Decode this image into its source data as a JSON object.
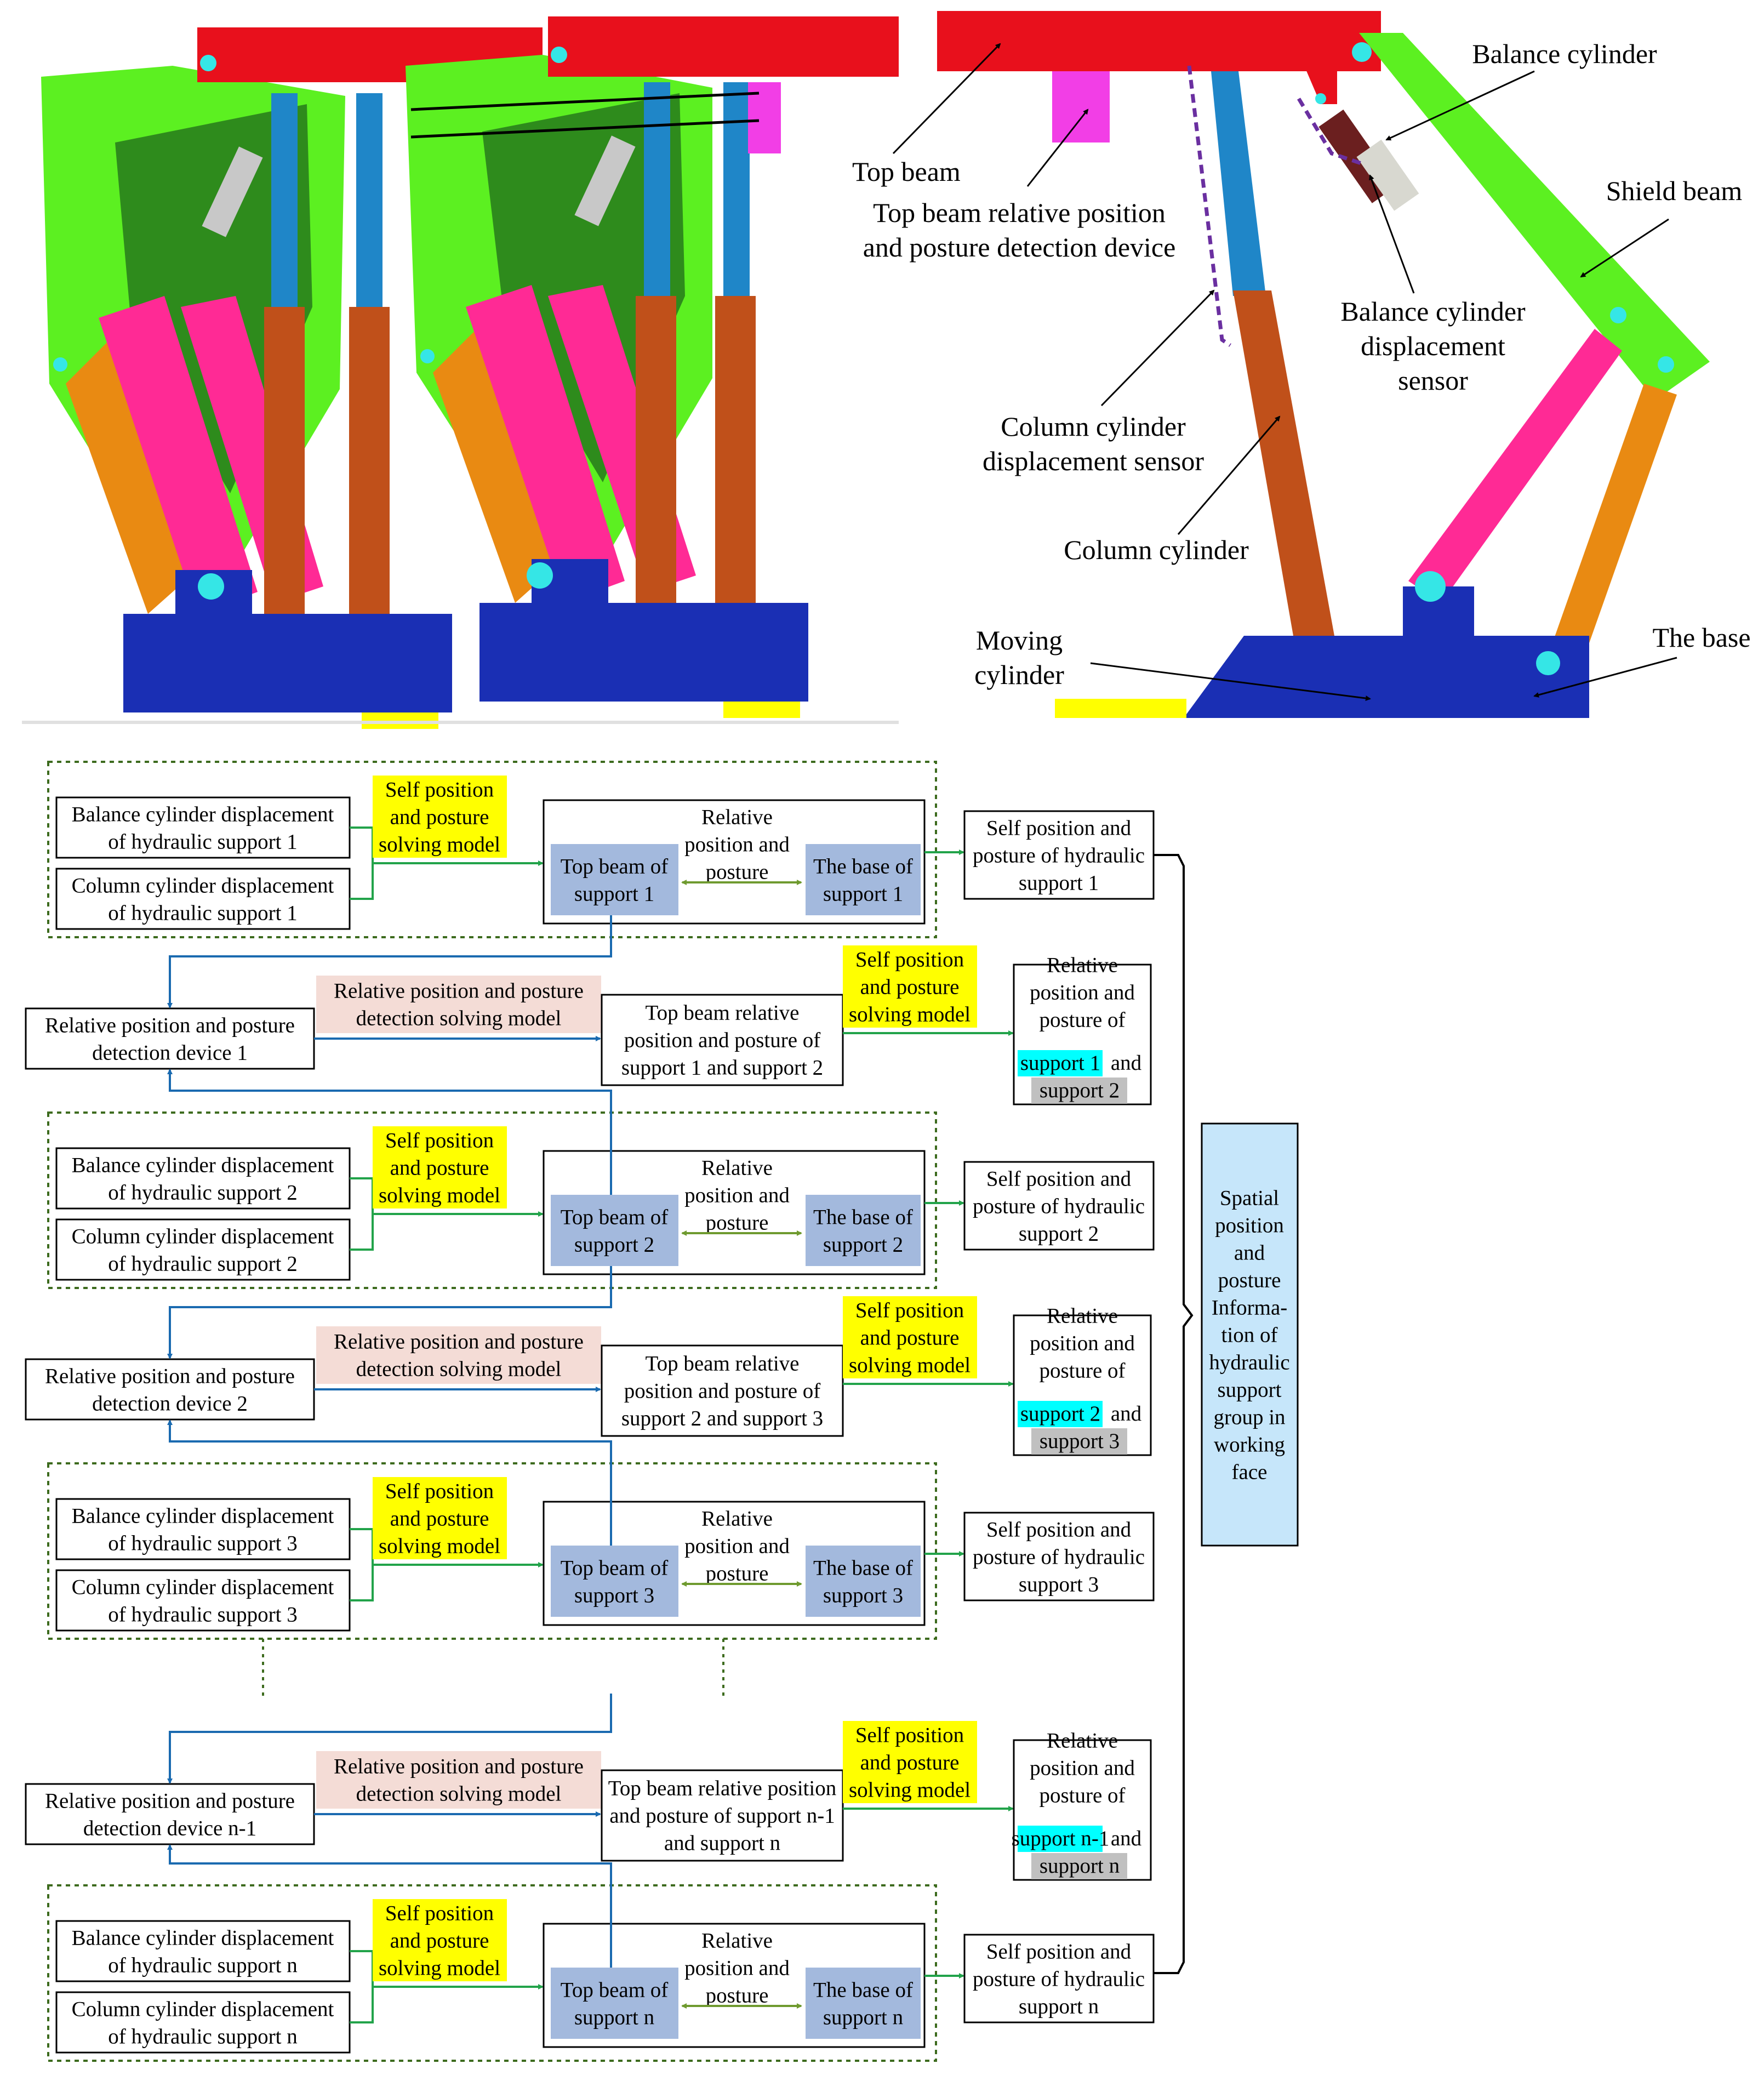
{
  "colors": {
    "top_beam_red": "#e8101c",
    "shield_green": "#5cf021",
    "shield_dark_green": "#2e8b1c",
    "column_blue": "#1f86c8",
    "column_brown": "#c0501a",
    "link_pink": "#ff2a95",
    "link_orange": "#e98a12",
    "base_blue": "#1a2fb4",
    "device_magenta": "#f23ee6",
    "moving_yellow": "#ffff00",
    "pivot_cyan": "#35e6e6",
    "sensor_purple": "#6a2fa0",
    "yellow_fill": "#ffff00",
    "pink_fill": "#f4dcd6",
    "blue_fill": "#a3b9dd",
    "cyan_fill": "#00ffff",
    "gray_fill": "#c0c0c0",
    "final_fill": "#c6e6fa",
    "arrow_blue": "#1a6ab0",
    "arrow_green": "#22a34a",
    "arrow_olive": "#6f9a2f",
    "group_border": "#3d6b1e"
  },
  "labels3d": {
    "top_beam": "Top beam",
    "top_beam_device": [
      "Top beam relative position",
      "and posture detection device"
    ],
    "balance_cylinder": "Balance cylinder",
    "shield_beam": "Shield beam",
    "balance_sensor": [
      "Balance cylinder",
      "displacement",
      "sensor"
    ],
    "column_sensor": [
      "Column cylinder",
      "displacement sensor"
    ],
    "column_cylinder": "Column cylinder",
    "moving_cylinder": [
      "Moving",
      "cylinder"
    ],
    "the_base": "The base"
  },
  "flow": {
    "self_model": [
      "Self position",
      "and posture",
      "solving model"
    ],
    "relative_box_title": [
      "Relative",
      "position and",
      "posture"
    ],
    "rel_model": [
      "Relative position and posture",
      "detection solving model"
    ],
    "groups": [
      {
        "balance": [
          "Balance cylinder displacement",
          "of hydraulic support 1"
        ],
        "column": [
          "Column cylinder displacement",
          "of hydraulic support 1"
        ],
        "top": [
          "Top beam of",
          "support 1"
        ],
        "base": [
          "The base of",
          "support 1"
        ],
        "self": [
          "Self position and",
          "posture of hydraulic",
          "support 1"
        ]
      },
      {
        "balance": [
          "Balance cylinder displacement",
          "of hydraulic support 2"
        ],
        "column": [
          "Column cylinder displacement",
          "of hydraulic support 2"
        ],
        "top": [
          "Top beam of",
          "support 2"
        ],
        "base": [
          "The base of",
          "support 2"
        ],
        "self": [
          "Self position and",
          "posture of hydraulic",
          "support 2"
        ]
      },
      {
        "balance": [
          "Balance cylinder displacement",
          "of hydraulic support 3"
        ],
        "column": [
          "Column cylinder displacement",
          "of hydraulic support 3"
        ],
        "top": [
          "Top beam of",
          "support 3"
        ],
        "base": [
          "The base of",
          "support 3"
        ],
        "self": [
          "Self position and",
          "posture of hydraulic",
          "support 3"
        ]
      },
      {
        "balance": [
          "Balance cylinder displacement",
          "of hydraulic support n"
        ],
        "column": [
          "Column cylinder displacement",
          "of hydraulic support n"
        ],
        "top": [
          "Top beam of",
          "support n"
        ],
        "base": [
          "The base of",
          "support n"
        ],
        "self": [
          "Self position and",
          "posture of hydraulic",
          "support n"
        ]
      }
    ],
    "relations": [
      {
        "device": [
          "Relative position and posture",
          "detection device 1"
        ],
        "topbeam": [
          "Top beam relative",
          "position and posture of",
          "support 1 and support 2"
        ],
        "result_head": [
          "Relative",
          "position and",
          "posture of"
        ],
        "hl_a": "support 1",
        "mid": "and",
        "hl_b": "support 2"
      },
      {
        "device": [
          "Relative position and posture",
          "detection device 2"
        ],
        "topbeam": [
          "Top beam relative",
          "position and posture of",
          "support 2 and support 3"
        ],
        "result_head": [
          "Relative",
          "position and",
          "posture of"
        ],
        "hl_a": "support 2",
        "mid": "and",
        "hl_b": "support 3"
      },
      {
        "device": [
          "Relative position and posture",
          "detection device n-1"
        ],
        "topbeam": [
          "Top beam relative position",
          "and posture of support n-1",
          "and support n"
        ],
        "result_head": [
          "Relative",
          "position and",
          "posture of"
        ],
        "hl_a": "support n-1",
        "mid": "and",
        "hl_b": "support n"
      }
    ],
    "final": [
      "Spatial",
      "position",
      "and",
      "posture",
      "Informa-",
      "tion of",
      "hydraulic",
      "support",
      "group in",
      "working",
      "face"
    ]
  }
}
